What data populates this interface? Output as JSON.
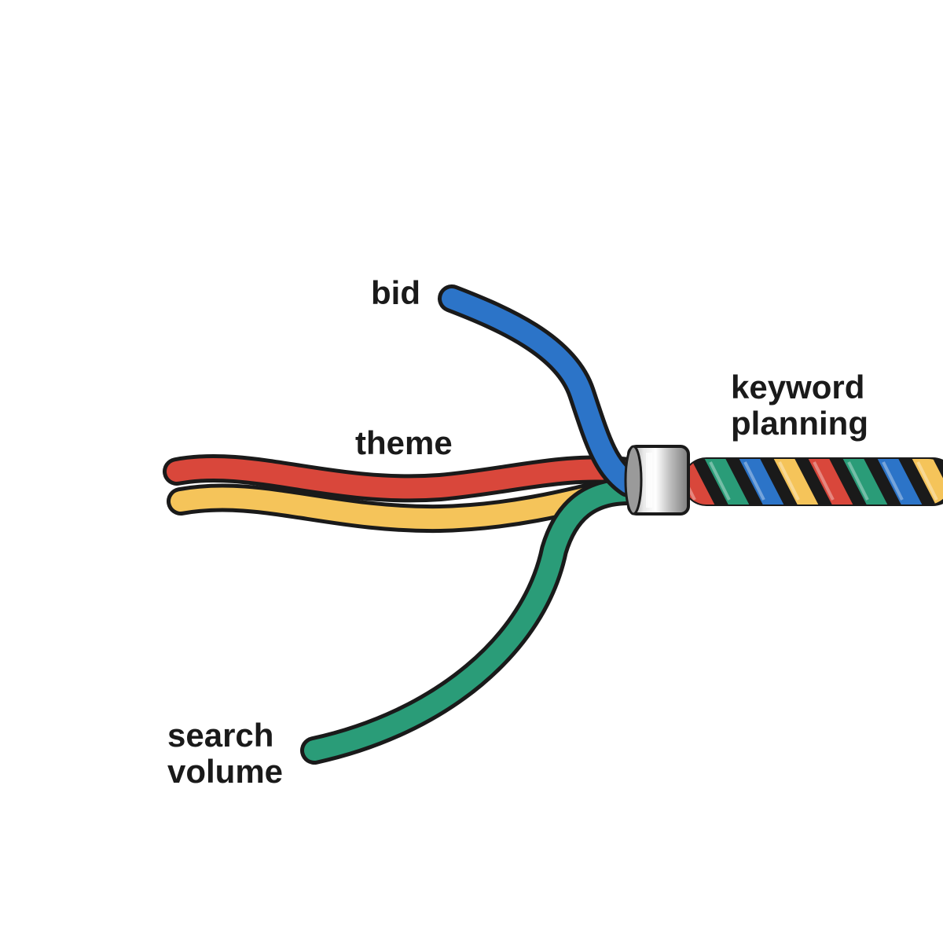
{
  "diagram": {
    "inputs": {
      "bid": "bid",
      "theme": "theme",
      "search_volume": {
        "line1": "search",
        "line2": "volume"
      }
    },
    "output": {
      "line1": "keyword",
      "line2": "planning"
    }
  },
  "colors": {
    "bid_strand": "#2c74c8",
    "theme_strand": "#d9473b",
    "extra_strand": "#f5c45a",
    "search_volume_strand": "#2a9c78",
    "outline": "#1a1a1a",
    "ferrule": "#c9c9c9"
  }
}
